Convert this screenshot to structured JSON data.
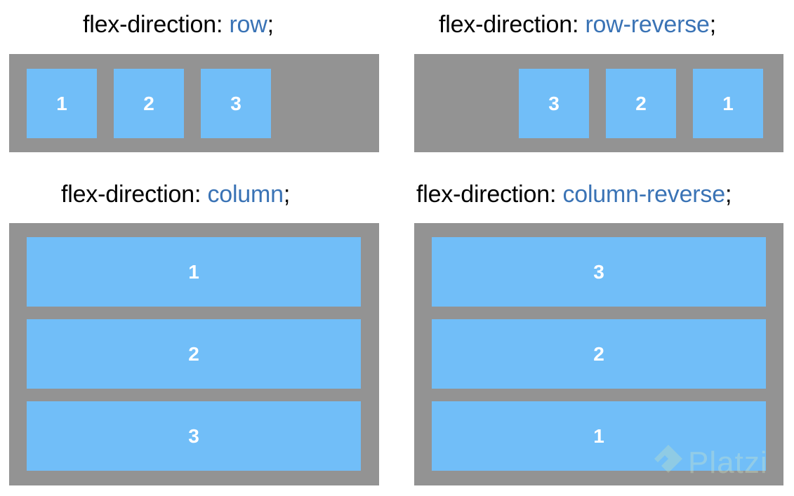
{
  "prefix": "flex-direction: ",
  "suffix": ";",
  "panels": [
    {
      "value": "row",
      "items": [
        "1",
        "2",
        "3"
      ]
    },
    {
      "value": "row-reverse",
      "items": [
        "3",
        "2",
        "1"
      ]
    },
    {
      "value": "column",
      "items": [
        "1",
        "2",
        "3"
      ]
    },
    {
      "value": "column-reverse",
      "items": [
        "3",
        "2",
        "1"
      ]
    }
  ],
  "colors": {
    "container": "#939393",
    "item": "#71bef8",
    "keyword": "#3a73b5"
  },
  "watermark": {
    "text": "Platzi",
    "icon": "platzi-logo-icon"
  }
}
